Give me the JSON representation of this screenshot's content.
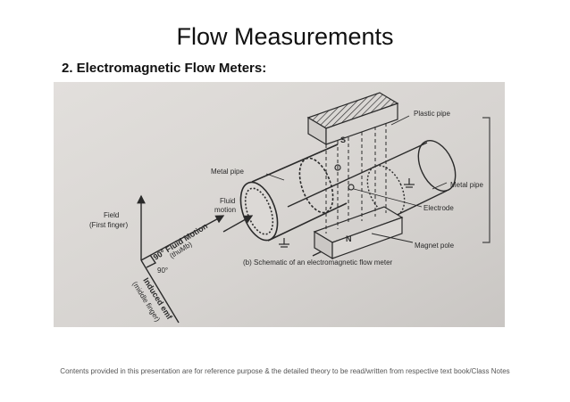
{
  "slide": {
    "title": "Flow Measurements",
    "subtitle": "2.   Electromagnetic Flow Meters:",
    "footer": "Contents provided in this presentation are for reference purpose & the detailed theory to be read/written from respective text book/Class Notes"
  },
  "diagram": {
    "labels": {
      "plastic_pipe": "Plastic pipe",
      "s_pole": "S",
      "metal_pipe_left": "Metal pipe",
      "metal_pipe_right": "Metal pipe",
      "fluid": "Fluid",
      "motion": "motion",
      "electrode": "Electrode",
      "n_pole": "N",
      "magnet_pole": "Magnet pole",
      "field": "Field",
      "first_finger": "(First finger)",
      "fluid_motion": "90° Fluid Motion",
      "thumb": "(thuMb)",
      "angle": "90°",
      "induced_emf": "Induced emf",
      "middle_finger": "(middle finger)",
      "caption": "(b) Schematic of an electromagnetic flow meter"
    },
    "colors": {
      "paper": "#d9d6d3",
      "ink": "#2a2a2a"
    }
  }
}
